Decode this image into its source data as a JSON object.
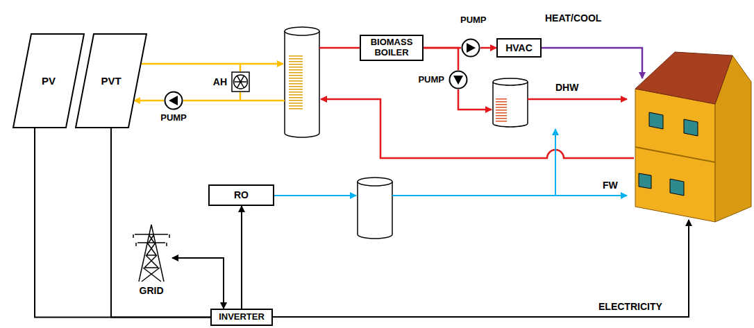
{
  "diagram": {
    "nodes": [
      {
        "text": [
          "PV"
        ]
      },
      {
        "text": [
          "PVT"
        ]
      },
      {
        "text": [
          "AH"
        ]
      },
      {
        "text": [
          "PUMP"
        ]
      },
      {
        "text": [
          "BIOMASS BOILER"
        ]
      },
      {
        "text": [
          "PUMP"
        ]
      },
      {
        "text": [
          "HVAC"
        ]
      },
      {
        "text": [
          "PUMP"
        ]
      },
      {
        "text": [
          "RO"
        ]
      },
      {
        "text": [
          "GRID"
        ]
      },
      {
        "text": [
          "INVERTER"
        ]
      }
    ],
    "edges": [
      {
        "from": 3,
        "to": 1,
        "arrow": "to"
      },
      {
        "from": 4,
        "to": 5,
        "arrow": "none"
      },
      {
        "from": 5,
        "to": 6,
        "arrow": "to"
      },
      {
        "from": 4,
        "to": 7,
        "arrow": "none"
      },
      {
        "from": 0,
        "to": 10,
        "arrow": "none"
      },
      {
        "from": 1,
        "to": 10,
        "arrow": "none"
      },
      {
        "from": 9,
        "to": 10,
        "arrow": "both"
      },
      {
        "from": 10,
        "to": 8,
        "arrow": "to"
      }
    ],
    "labels": [
      "HEAT/COOL",
      "DHW",
      "FW",
      "ELECTRICITY"
    ]
  }
}
